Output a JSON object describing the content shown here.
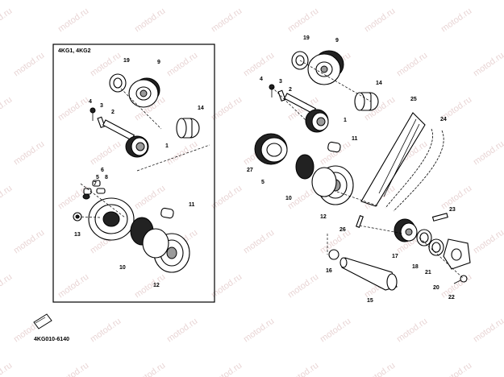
{
  "variant_label": "4KG1, 4KG2",
  "diagram_code": "4KG010-6140",
  "watermark": "motod.ru",
  "inset_callouts": [
    "19",
    "9",
    "4",
    "3",
    "2",
    "14",
    "1",
    "6",
    "5",
    "8",
    "7",
    "11",
    "13",
    "10",
    "12"
  ],
  "main_callouts": [
    "19",
    "9",
    "4",
    "3",
    "2",
    "14",
    "1",
    "25",
    "24",
    "11",
    "27",
    "5",
    "10",
    "12",
    "23",
    "26",
    "17",
    "18",
    "21",
    "16",
    "20",
    "22",
    "15"
  ]
}
